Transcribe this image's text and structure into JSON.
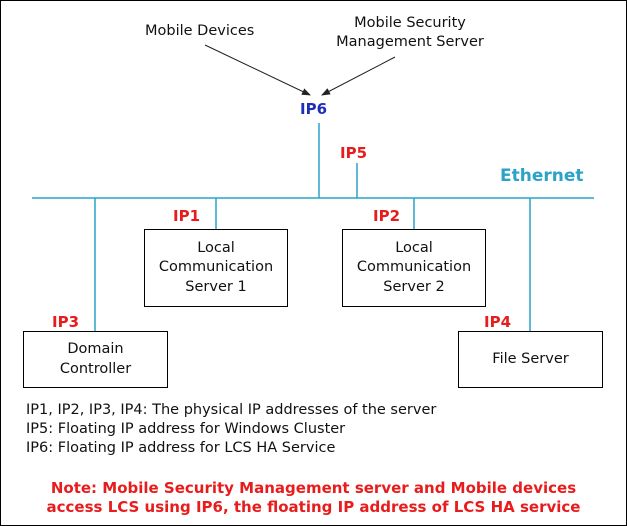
{
  "top": {
    "mobile_devices": "Mobile Devices",
    "msms_line1": "Mobile Security",
    "msms_line2": "Management Server"
  },
  "ips": {
    "ip1": "IP1",
    "ip2": "IP2",
    "ip3": "IP3",
    "ip4": "IP4",
    "ip5": "IP5",
    "ip6": "IP6"
  },
  "network_label": "Ethernet",
  "boxes": {
    "lcs1": "Local\nCommunication\nServer 1",
    "lcs2": "Local\nCommunication\nServer 2",
    "dc": "Domain\nController",
    "fs": "File Server"
  },
  "legend": [
    "IP1, IP2, IP3, IP4: The physical IP addresses of the server",
    "IP5: Floating IP address for Windows Cluster",
    "IP6: Floating IP address for LCS HA Service"
  ],
  "note": [
    "Note: Mobile Security Management server and Mobile devices",
    "access LCS using IP6, the floating IP address of LCS HA service"
  ],
  "colors": {
    "ethernet": "#2aa3c7",
    "ip_red": "#e81c1c",
    "ip6_blue": "#1f2eb8"
  }
}
